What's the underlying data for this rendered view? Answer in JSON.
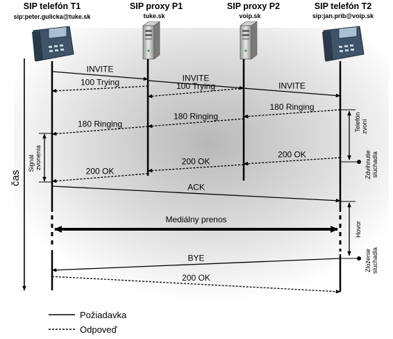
{
  "entities": [
    {
      "title": "SIP telefón T1",
      "address": "sip:peter.gulicka@tuke.sk",
      "icon": "ip-phone-icon"
    },
    {
      "title": "SIP proxy P1",
      "address": "tuke.sk",
      "icon": "server-icon"
    },
    {
      "title": "SIP proxy P2",
      "address": "voip.sk",
      "icon": "server-icon"
    },
    {
      "title": "SIP telefón T2",
      "address": "sip:jan.prib@voip.sk",
      "icon": "ip-phone-icon"
    }
  ],
  "messages": [
    {
      "label": "INVITE",
      "from": 0,
      "to": 1,
      "kind": "request"
    },
    {
      "label": "INVITE",
      "from": 1,
      "to": 2,
      "kind": "request"
    },
    {
      "label": "100 Trying",
      "from": 1,
      "to": 0,
      "kind": "response"
    },
    {
      "label": "INVITE",
      "from": 2,
      "to": 3,
      "kind": "request"
    },
    {
      "label": "100 Trying",
      "from": 2,
      "to": 1,
      "kind": "response"
    },
    {
      "label": "180 Ringing",
      "from": 3,
      "to": 2,
      "kind": "response"
    },
    {
      "label": "180 Ringing",
      "from": 2,
      "to": 1,
      "kind": "response"
    },
    {
      "label": "180 Ringing",
      "from": 1,
      "to": 0,
      "kind": "response"
    },
    {
      "label": "200 OK",
      "from": 3,
      "to": 2,
      "kind": "response"
    },
    {
      "label": "200 OK",
      "from": 2,
      "to": 1,
      "kind": "response"
    },
    {
      "label": "200 OK",
      "from": 1,
      "to": 0,
      "kind": "response"
    },
    {
      "label": "ACK",
      "from": 0,
      "to": 3,
      "kind": "request"
    },
    {
      "label": "Mediálny prenos",
      "from": 0,
      "to": 3,
      "kind": "media"
    },
    {
      "label": "BYE",
      "from": 3,
      "to": 0,
      "kind": "request"
    },
    {
      "label": "200 OK",
      "from": 0,
      "to": 3,
      "kind": "response"
    }
  ],
  "annotations": {
    "time_axis": "čas",
    "ringing_signal": [
      "Signál",
      "zvonenia"
    ],
    "phone_ringing": [
      "Telefón",
      "zvoní"
    ],
    "pickup": [
      "Zdvihnutie",
      "slúchadla"
    ],
    "call": "Hovor",
    "hangup": [
      "Zloženie",
      "slúchadla"
    ]
  },
  "legend": [
    {
      "label": "Požiadavka",
      "style": "solid"
    },
    {
      "label": "Odpoveď",
      "style": "dashed"
    }
  ],
  "colors": {
    "line": "#000000",
    "background_shade": "#cfcfcf",
    "phone_body": "#4b5f73",
    "phone_screen": "#9fb6cc"
  }
}
